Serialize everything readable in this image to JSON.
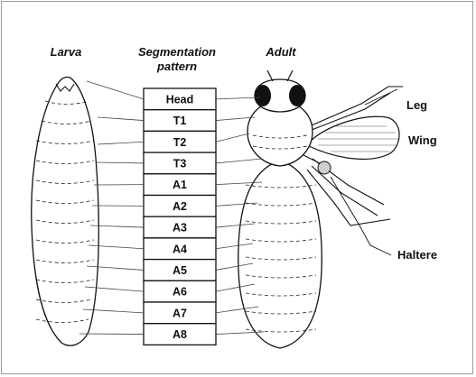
{
  "headers": {
    "larva": "Larva",
    "segmentation_line1": "Segmentation",
    "segmentation_line2": "pattern",
    "adult": "Adult"
  },
  "segments": [
    "Head",
    "T1",
    "T2",
    "T3",
    "A1",
    "A2",
    "A3",
    "A4",
    "A5",
    "A6",
    "A7",
    "A8"
  ],
  "callouts": {
    "leg": "Leg",
    "wing": "Wing",
    "haltere": "Haltere"
  }
}
